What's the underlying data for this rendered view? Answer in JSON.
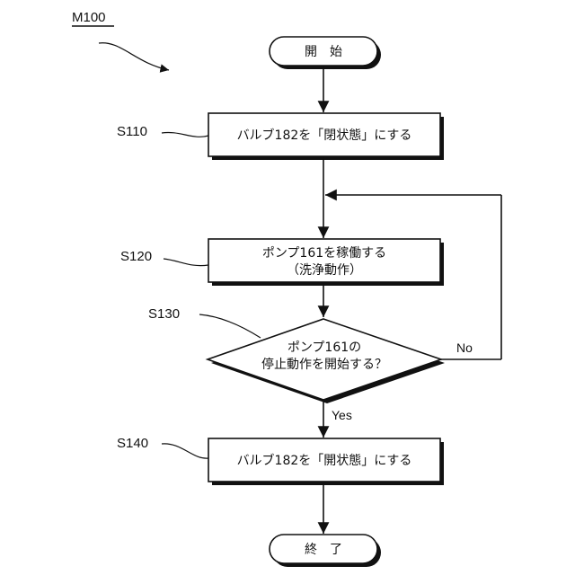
{
  "figure_label": "M100",
  "nodes": {
    "start": {
      "text": "開　始"
    },
    "s110": {
      "step": "S110",
      "text": "バルブ182を「閉状態」にする"
    },
    "s120": {
      "step": "S120",
      "line1": "ポンプ161を稼働する",
      "line2": "（洗浄動作）"
    },
    "s130": {
      "step": "S130",
      "line1": "ポンプ161の",
      "line2": "停止動作を開始する？",
      "yes": "Yes",
      "no": "No"
    },
    "s140": {
      "step": "S140",
      "text": "バルブ182を「開状態」にする"
    },
    "end": {
      "text": "終　了"
    }
  }
}
